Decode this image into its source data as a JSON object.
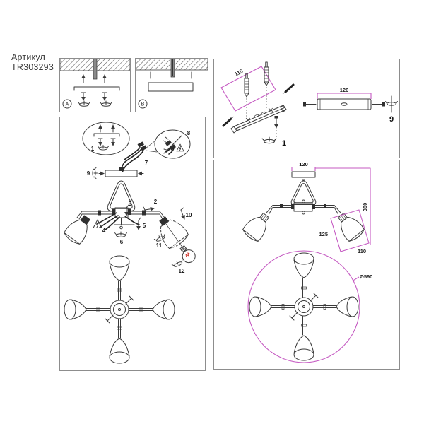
{
  "article": {
    "label": "Артикул",
    "code": "TR303293"
  },
  "mounting_panels": {
    "a_letter": "A",
    "b_letter": "B"
  },
  "assembly_steps": {
    "n1": "1",
    "n2": "2",
    "n3": "3",
    "n4": "4",
    "n5": "5",
    "n6": "6",
    "n7": "7",
    "n8": "8",
    "n9": "9",
    "n10": "10",
    "n11": "11",
    "n12": "12"
  },
  "hardware_panel": {
    "anchor_spacing_dim": "115",
    "anchor_nut_label": "1",
    "bracket_length_dim": "120",
    "bracket_nut_label": "9"
  },
  "dimension_panel": {
    "canopy_width": "120",
    "fixture_height": "380",
    "shade_height": "125",
    "shade_width": "110",
    "fixture_diameter": "Ø590"
  },
  "colors": {
    "dimension_magenta": "#c55ac2",
    "line_dark": "#3a3a3a",
    "panel_border_gray": "#8d8d8d",
    "bulb_filament_red": "#d0382e"
  }
}
